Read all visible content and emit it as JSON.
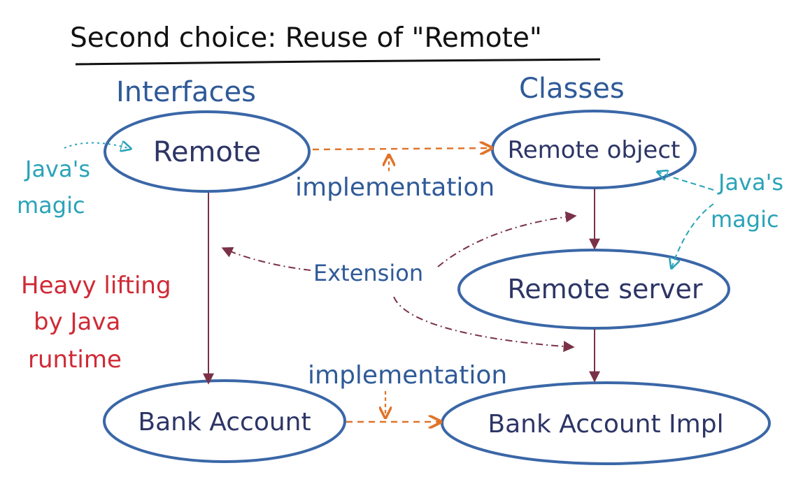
{
  "title": "Second choice: Reuse of \"Remote\"",
  "columns": {
    "left": "Interfaces",
    "right": "Classes"
  },
  "nodes": {
    "remote": "Remote",
    "remote_object": "Remote object",
    "remote_server": "Remote server",
    "bank_account": "Bank Account",
    "bank_account_impl": "Bank Account Impl"
  },
  "labels": {
    "implementation_top": "implementation",
    "implementation_bottom": "implementation",
    "extension": "Extension",
    "javas_magic_left_1": "Java's",
    "javas_magic_left_2": "magic",
    "javas_magic_right_1": "Java's",
    "javas_magic_right_2": "magic",
    "heavy_lifting_1": "Heavy lifting",
    "heavy_lifting_2": "by Java",
    "heavy_lifting_3": "runtime"
  },
  "colors": {
    "ink_blue": "#2f5a98",
    "ink_dark": "#2d3566",
    "arrow_plum": "#7a3148",
    "arrow_orange": "#e07328",
    "teal": "#2aa3b8",
    "red": "#cf2a35",
    "black": "#111111"
  }
}
